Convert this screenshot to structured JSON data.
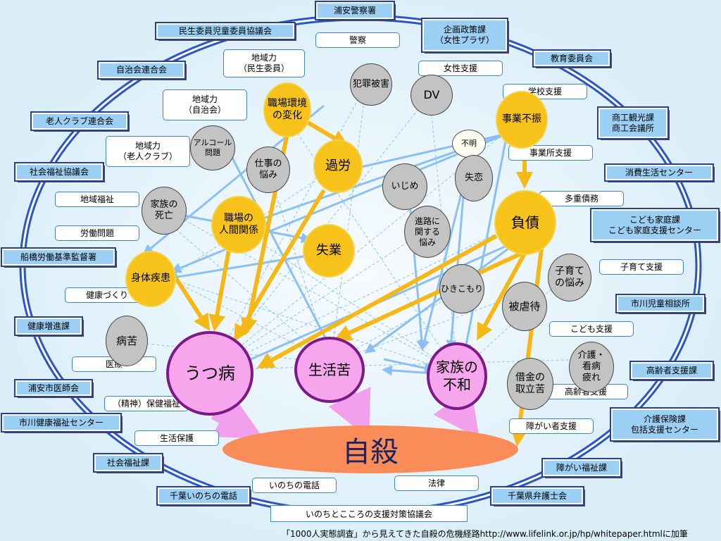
{
  "colors": {
    "ring": "#2b55c7",
    "arrow_main": "#f6b817",
    "arrow_sub": "#8cc0f2",
    "dashed": "#8fc7e6",
    "pink_arrow": "#f3a0ec",
    "suicide": "#fa8c5a"
  },
  "center": {
    "label": "自殺"
  },
  "footer_org": "いのちとこころの支援対策協議会",
  "caption": "「1000人実態調査」から見えてきた自殺の危機経路http://www.lifelink.or.jp/hp/whitepaper.htmlに加筆",
  "orgs": [
    {
      "id": "urayasu-police",
      "label": "浦安警察署"
    },
    {
      "id": "minsei-kyogikai",
      "label": "民生委員児童委員協議会"
    },
    {
      "id": "kikaku-seisaku",
      "label": "企画政策課\n（女性プラザ）"
    },
    {
      "id": "kyoiku-iinkai",
      "label": "教育委員会"
    },
    {
      "id": "jichikai",
      "label": "自治会連合会"
    },
    {
      "id": "shoko",
      "label": "商工観光課\n商工会議所"
    },
    {
      "id": "rojin-club",
      "label": "老人クラブ連合会"
    },
    {
      "id": "shakai-fukushi-kyogikai",
      "label": "社会福祉協議会"
    },
    {
      "id": "shohi-seikatsu",
      "label": "消費生活センター"
    },
    {
      "id": "kodomo-katei",
      "label": "こども家庭課\nこども家庭支援センター"
    },
    {
      "id": "funabashi-rodo",
      "label": "船橋労働基準監督署"
    },
    {
      "id": "ichikawa-jido",
      "label": "市川児童相談所"
    },
    {
      "id": "kenko-zoshin",
      "label": "健康増進課"
    },
    {
      "id": "koreisha-shien",
      "label": "高齢者支援課"
    },
    {
      "id": "urayasu-ishikai",
      "label": "浦安市医師会"
    },
    {
      "id": "ichikawa-kenko",
      "label": "市川健康福祉センター"
    },
    {
      "id": "kaigo-hoken",
      "label": "介護保険課\n包括支援センター"
    },
    {
      "id": "shakai-fukushi-ka",
      "label": "社会福祉課"
    },
    {
      "id": "shogai-fukushi",
      "label": "障がい福祉課"
    },
    {
      "id": "chiba-inochi",
      "label": "千葉いのちの電話"
    },
    {
      "id": "chiba-bengoshi",
      "label": "千葉県弁護士会"
    }
  ],
  "supports": [
    {
      "id": "keisatsu",
      "label": "警察"
    },
    {
      "id": "chiikiryoku-minsei",
      "label": "地域力\n（民生委員）"
    },
    {
      "id": "josei-shien",
      "label": "女性支援"
    },
    {
      "id": "chiikiryoku-jichikai",
      "label": "地域力\n（自治会）"
    },
    {
      "id": "gakko-shien",
      "label": "学校支援"
    },
    {
      "id": "chiikiryoku-rojin",
      "label": "地域力\n（老人クラブ）"
    },
    {
      "id": "jigyosho-shien",
      "label": "事業所支援"
    },
    {
      "id": "chiiki-fukushi",
      "label": "地域福祉"
    },
    {
      "id": "taju-saimu",
      "label": "多重債務"
    },
    {
      "id": "rodo-mondai",
      "label": "労働問題"
    },
    {
      "id": "kosodate-shien",
      "label": "子育て支援"
    },
    {
      "id": "kenko-zukuri",
      "label": "健康づくり"
    },
    {
      "id": "kodomo-shien",
      "label": "こども支援"
    },
    {
      "id": "iryo",
      "label": "医療"
    },
    {
      "id": "koreisha-shien-s",
      "label": "高齢者支援"
    },
    {
      "id": "seishin-hoken",
      "label": "（精神）保健福祉"
    },
    {
      "id": "shogaisha-shien",
      "label": "障がい者支援"
    },
    {
      "id": "seikatsu-hogo",
      "label": "生活保護"
    },
    {
      "id": "inochi-denwa",
      "label": "いのちの電話"
    },
    {
      "id": "horitsu",
      "label": "法律"
    }
  ],
  "factors": [
    {
      "id": "hanzai",
      "label": "犯罪被害",
      "type": "gray"
    },
    {
      "id": "dv",
      "label": "DV",
      "type": "gray"
    },
    {
      "id": "shokuba-kankyo",
      "label": "職場環境\nの変化",
      "type": "orange"
    },
    {
      "id": "jigyo-fushin",
      "label": "事業不振",
      "type": "orange"
    },
    {
      "id": "alcohol",
      "label": "アルコール\n問題",
      "type": "gray"
    },
    {
      "id": "humei",
      "label": "不明",
      "type": "small"
    },
    {
      "id": "shigoto",
      "label": "仕事の\n悩み",
      "type": "gray"
    },
    {
      "id": "karo",
      "label": "過労",
      "type": "orange"
    },
    {
      "id": "ijime",
      "label": "いじめ",
      "type": "gray"
    },
    {
      "id": "shitsuren",
      "label": "失恋",
      "type": "gray"
    },
    {
      "id": "kazoku-shibo",
      "label": "家族の\n死亡",
      "type": "gray"
    },
    {
      "id": "shokuba-ningen",
      "label": "職場の\n人間関係",
      "type": "orange"
    },
    {
      "id": "shinro",
      "label": "進路に\n関する\n悩み",
      "type": "gray"
    },
    {
      "id": "fusai",
      "label": "負債",
      "type": "orange"
    },
    {
      "id": "shitsugyo",
      "label": "失業",
      "type": "orange"
    },
    {
      "id": "kosodate",
      "label": "子育て\nの悩み",
      "type": "gray"
    },
    {
      "id": "shintai",
      "label": "身体疾患",
      "type": "orange"
    },
    {
      "id": "hikikomori",
      "label": "ひきこもり",
      "type": "gray"
    },
    {
      "id": "gyakutai",
      "label": "被虐待",
      "type": "gray"
    },
    {
      "id": "byoku",
      "label": "病苦",
      "type": "gray"
    },
    {
      "id": "kaigo",
      "label": "介護・\n看病\n疲れ",
      "type": "gray"
    },
    {
      "id": "shakkin",
      "label": "借金の\n取立苦",
      "type": "gray"
    },
    {
      "id": "utsu",
      "label": "うつ病",
      "type": "pink"
    },
    {
      "id": "seikatsuku",
      "label": "生活苦",
      "type": "pink"
    },
    {
      "id": "kazoku-fuwa",
      "label": "家族の\n不和",
      "type": "pink"
    }
  ]
}
